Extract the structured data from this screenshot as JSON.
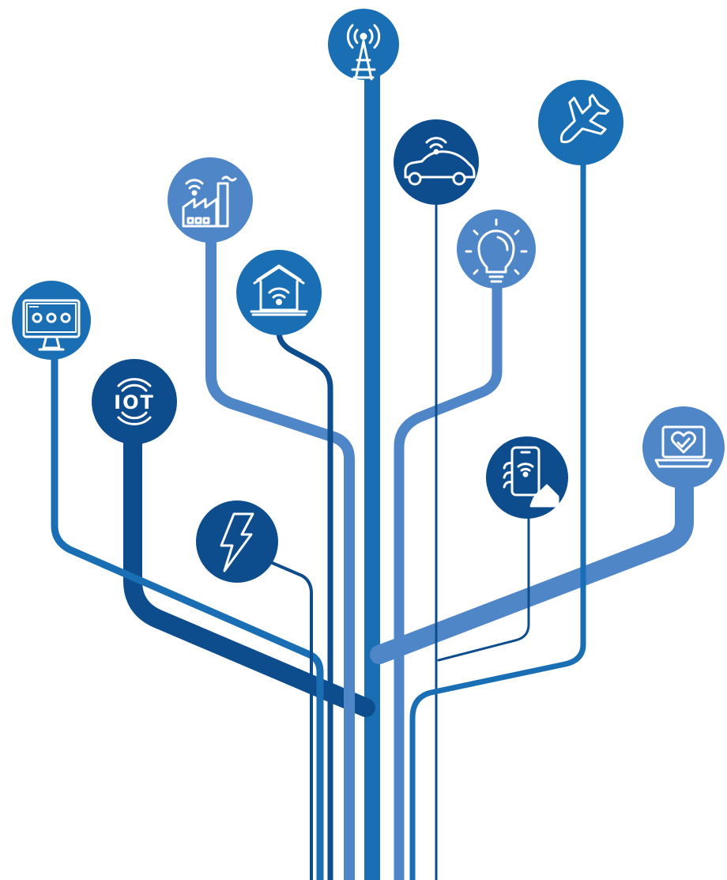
{
  "diagram": {
    "colors": {
      "background": "#ffffff",
      "primary_blue": "#1a6fb4",
      "light_blue": "#4f86c7",
      "dark_blue": "#0d4c8d"
    },
    "nodes": [
      {
        "id": "cell-tower",
        "icon": "cell-tower-icon",
        "color": "#1a6fb4"
      },
      {
        "id": "airplane",
        "icon": "airplane-icon",
        "color": "#1a6fb4"
      },
      {
        "id": "connected-car",
        "icon": "connected-car-icon",
        "color": "#0d4c8d"
      },
      {
        "id": "smart-factory",
        "icon": "smart-factory-icon",
        "color": "#4f86c7"
      },
      {
        "id": "smart-bulb",
        "icon": "smart-bulb-icon",
        "color": "#4f86c7"
      },
      {
        "id": "smart-home",
        "icon": "smart-home-icon",
        "color": "#1a6fb4"
      },
      {
        "id": "monitor",
        "icon": "monitor-icon",
        "color": "#1a6fb4"
      },
      {
        "id": "iot",
        "icon": "iot-icon",
        "label": "IOT",
        "color": "#0d4c8d"
      },
      {
        "id": "smartphone",
        "icon": "smartphone-icon",
        "color": "#0d4c8d"
      },
      {
        "id": "laptop-health",
        "icon": "laptop-heart-icon",
        "color": "#4f86c7"
      },
      {
        "id": "energy",
        "icon": "lightning-icon",
        "color": "#0d4c8d"
      }
    ]
  }
}
